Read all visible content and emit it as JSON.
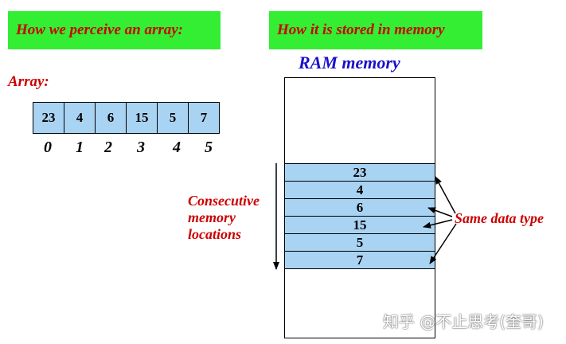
{
  "banners": {
    "left": "How we perceive an array:",
    "right": "How it is stored in memory"
  },
  "array_label": "Array:",
  "array_cells": [
    "23",
    "4",
    "6",
    "15",
    "5",
    "7"
  ],
  "array_indices": [
    "0",
    "1",
    "2",
    "3",
    "4",
    "5"
  ],
  "ram_title": "RAM memory",
  "memory_cells": [
    "23",
    "4",
    "6",
    "15",
    "5",
    "7"
  ],
  "consecutive_label": [
    "Consecutive",
    "memory",
    "locations"
  ],
  "same_type_label": "Same data type",
  "watermark": "知乎 @不止思考(奎哥)",
  "colors": {
    "banner": "#33ee33",
    "label_red": "#cc0000",
    "cell_blue": "#a9d3f3",
    "ram_title_blue": "#1a10cc"
  }
}
